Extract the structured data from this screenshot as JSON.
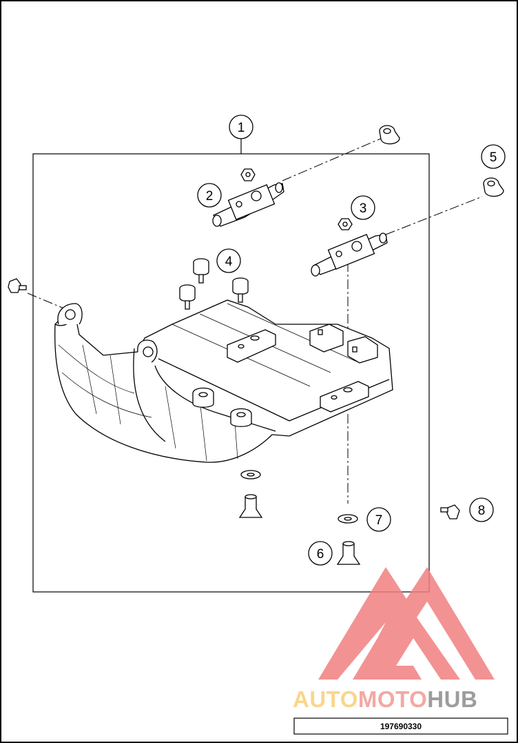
{
  "diagram": {
    "callouts": [
      {
        "id": "callout-1",
        "label": "1"
      },
      {
        "id": "callout-2",
        "label": "2"
      },
      {
        "id": "callout-3",
        "label": "3"
      },
      {
        "id": "callout-4",
        "label": "4"
      },
      {
        "id": "callout-5",
        "label": "5"
      },
      {
        "id": "callout-6",
        "label": "6"
      },
      {
        "id": "callout-7",
        "label": "7"
      },
      {
        "id": "callout-8",
        "label": "8"
      }
    ],
    "part_number": "197690330"
  },
  "watermark": {
    "part_auto": "AUTO",
    "part_moto": "MOTO",
    "part_hub": "HUB",
    "colors": {
      "auto": "#f8cf7a",
      "moto": "#f29a92",
      "hub": "#8c8c8c",
      "triangle": "#f17f7f"
    }
  }
}
